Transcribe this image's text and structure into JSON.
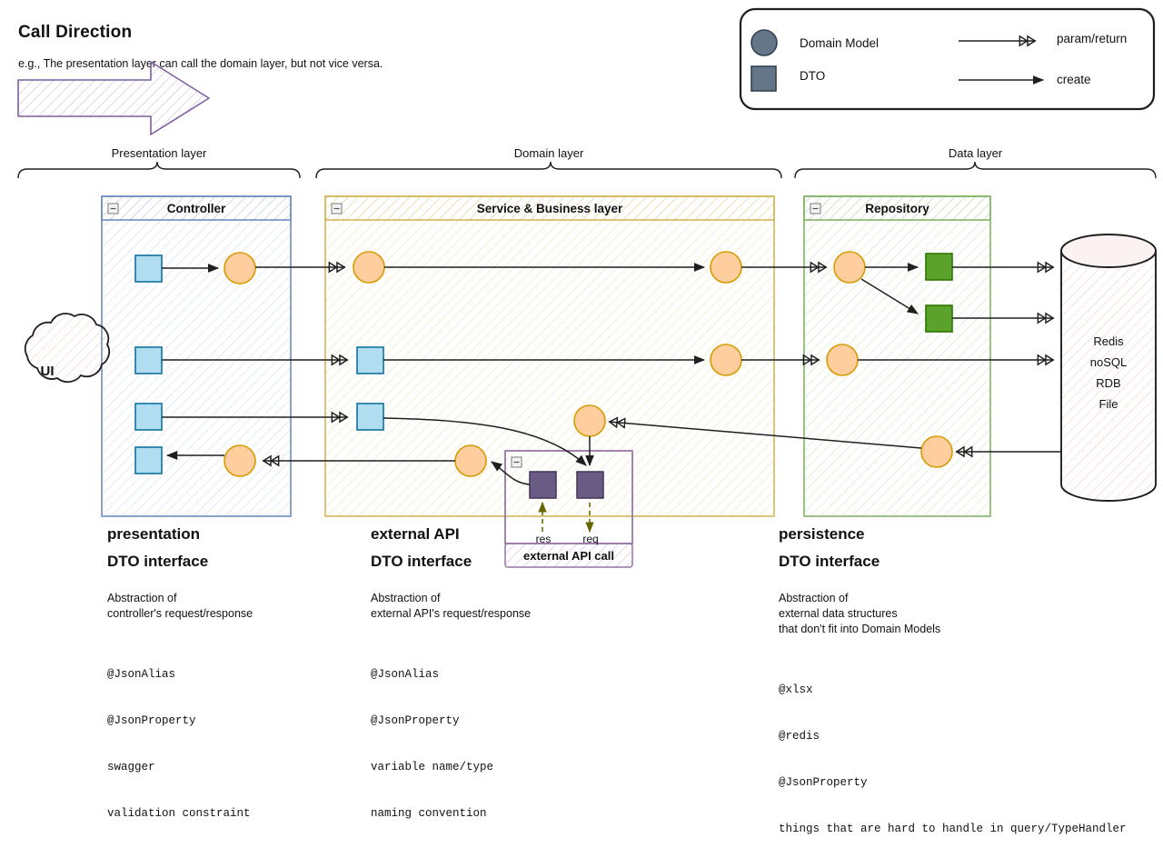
{
  "header": {
    "title": "Call Direction",
    "subtitle": "e.g., The presentation layer can call the domain layer, but not vice versa.",
    "arrow_icon": "big-right-arrow"
  },
  "legend": {
    "items": [
      {
        "shape": "circle",
        "label": "Domain Model",
        "color": "#647687"
      },
      {
        "shape": "square",
        "label": "DTO",
        "color": "#647687"
      }
    ],
    "arrows": [
      {
        "style": "double-chevron",
        "label": "param/return"
      },
      {
        "style": "solid-arrow",
        "label": "create"
      }
    ]
  },
  "layers": [
    {
      "id": "presentation",
      "label": "Presentation layer"
    },
    {
      "id": "domain",
      "label": "Domain layer"
    },
    {
      "id": "data",
      "label": "Data layer"
    }
  ],
  "panels": [
    {
      "id": "controller",
      "title": "Controller",
      "color": "#6c8ebf",
      "collapse_icon": "collapse-minus-icon"
    },
    {
      "id": "service",
      "title": "Service & Business layer",
      "color": "#d6b656",
      "collapse_icon": "collapse-minus-icon"
    },
    {
      "id": "repository",
      "title": "Repository",
      "color": "#82b366",
      "collapse_icon": "collapse-minus-icon"
    }
  ],
  "ui_node": {
    "label": "UI"
  },
  "datastore": {
    "lines": [
      "Redis",
      "noSQL",
      "RDB",
      "File"
    ]
  },
  "external_api": {
    "title": "external API call",
    "collapse_icon": "collapse-minus-icon",
    "nodes": [
      {
        "id": "res",
        "label": "res"
      },
      {
        "id": "req",
        "label": "req"
      }
    ]
  },
  "notes": [
    {
      "id": "presentation-note",
      "heading1": "presentation",
      "heading2": "DTO interface",
      "description": [
        "Abstraction of",
        "controller's request/response"
      ],
      "annotations": [
        "@JsonAlias",
        "@JsonProperty",
        "swagger",
        "validation constraint"
      ]
    },
    {
      "id": "external-api-note",
      "heading1": "external API",
      "heading2": "DTO interface",
      "description": [
        "Abstraction of",
        "external API's request/response"
      ],
      "annotations": [
        "@JsonAlias",
        "@JsonProperty",
        "variable name/type",
        "naming convention"
      ]
    },
    {
      "id": "persistence-note",
      "heading1": "persistence",
      "heading2": "DTO interface",
      "description": [
        "Abstraction of",
        "external data structures",
        "that don't fit into Domain Models"
      ],
      "annotations": [
        "@xlsx",
        "@redis",
        "@JsonProperty",
        "things that are hard to handle in query/TypeHandler"
      ]
    }
  ],
  "colors": {
    "dto_blue_fill": "#b1ddf0",
    "dto_blue_stroke": "#10739e",
    "domain_model_fill": "#ffcd9e",
    "domain_model_stroke": "#d79b00",
    "persistence_dto_fill": "#5aa22c",
    "persistence_dto_stroke": "#2d7600",
    "api_dto_fill": "#6a5b84",
    "api_dto_stroke": "#473b5e",
    "datastore_fill": "#fde8e8",
    "arrow_stroke": "#1f1f1f",
    "dashed_arrow": "#666600",
    "call_arrow": "#7d5fa3"
  }
}
